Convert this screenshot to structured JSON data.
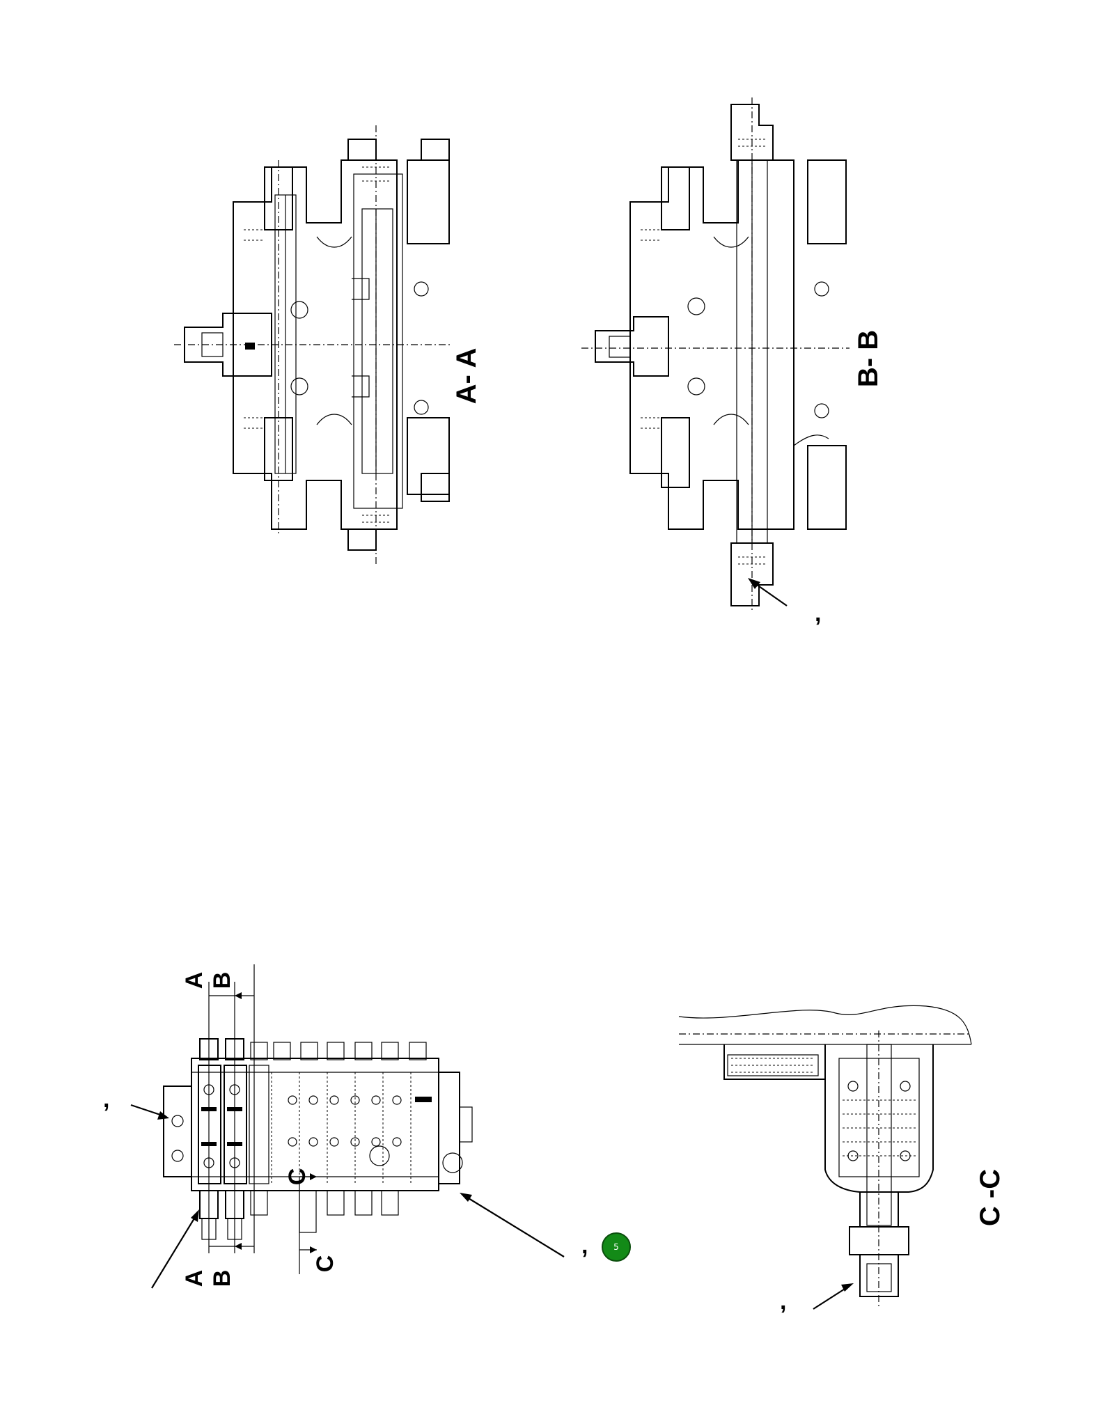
{
  "section_labels": {
    "aa": "A- A",
    "bb": "B- B",
    "cc": "C -C"
  },
  "view_labels": {
    "a_top": "A",
    "b_top": "B",
    "a_bottom": "A",
    "b_bottom": "B",
    "c_upper": "C",
    "c_lower": "C"
  },
  "callouts": {
    "bb_comma": ",",
    "main_left_comma": ",",
    "main_right_comma": ",",
    "cc_comma": ","
  },
  "badge": {
    "number": "5",
    "color": "#138a17"
  }
}
